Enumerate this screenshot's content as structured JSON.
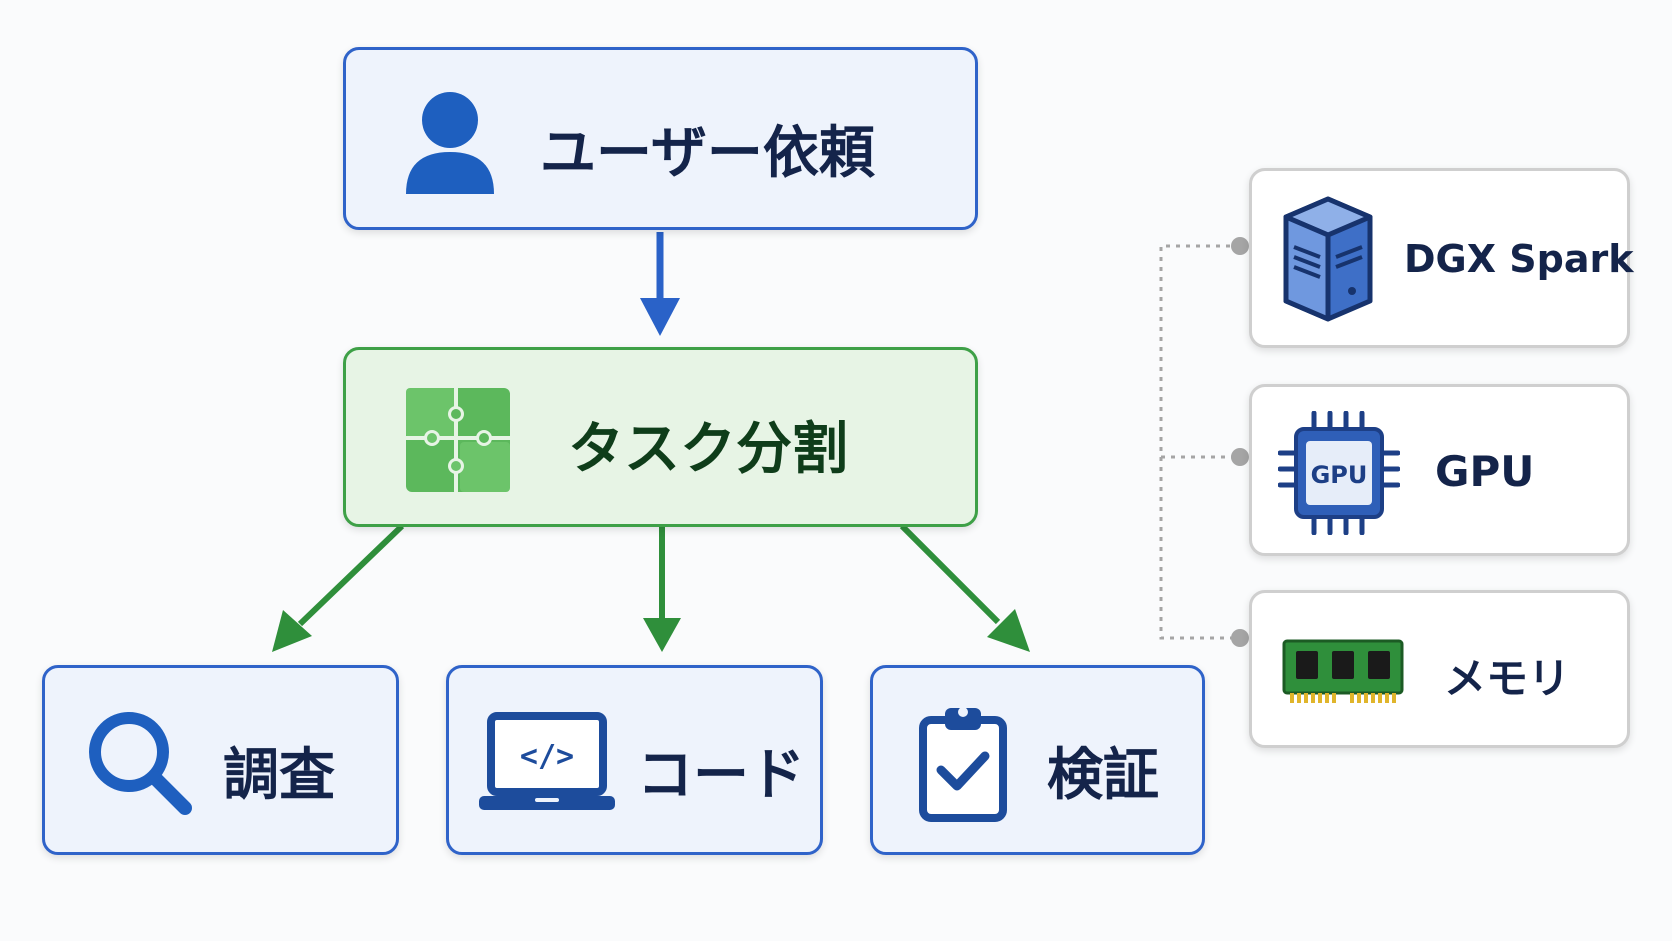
{
  "nodes": {
    "user_request": {
      "label": "ユーザー依頼",
      "icon": "user-icon"
    },
    "task_split": {
      "label": "タスク分割",
      "icon": "puzzle-icon"
    },
    "research": {
      "label": "調査",
      "icon": "magnifier-icon"
    },
    "code": {
      "label": "コード",
      "icon": "laptop-code-icon"
    },
    "verify": {
      "label": "検証",
      "icon": "clipboard-check-icon"
    }
  },
  "resources": {
    "dgx": {
      "label": "DGX Spark",
      "icon": "server-icon"
    },
    "gpu": {
      "label": "GPU",
      "icon_text": "GPU",
      "icon": "gpu-chip-icon"
    },
    "memory": {
      "label": "メモリ",
      "icon": "memory-module-icon"
    }
  },
  "colors": {
    "primary_blue": "#2f63c9",
    "green": "#3ea047",
    "connector_gray": "#a5a5a5"
  }
}
